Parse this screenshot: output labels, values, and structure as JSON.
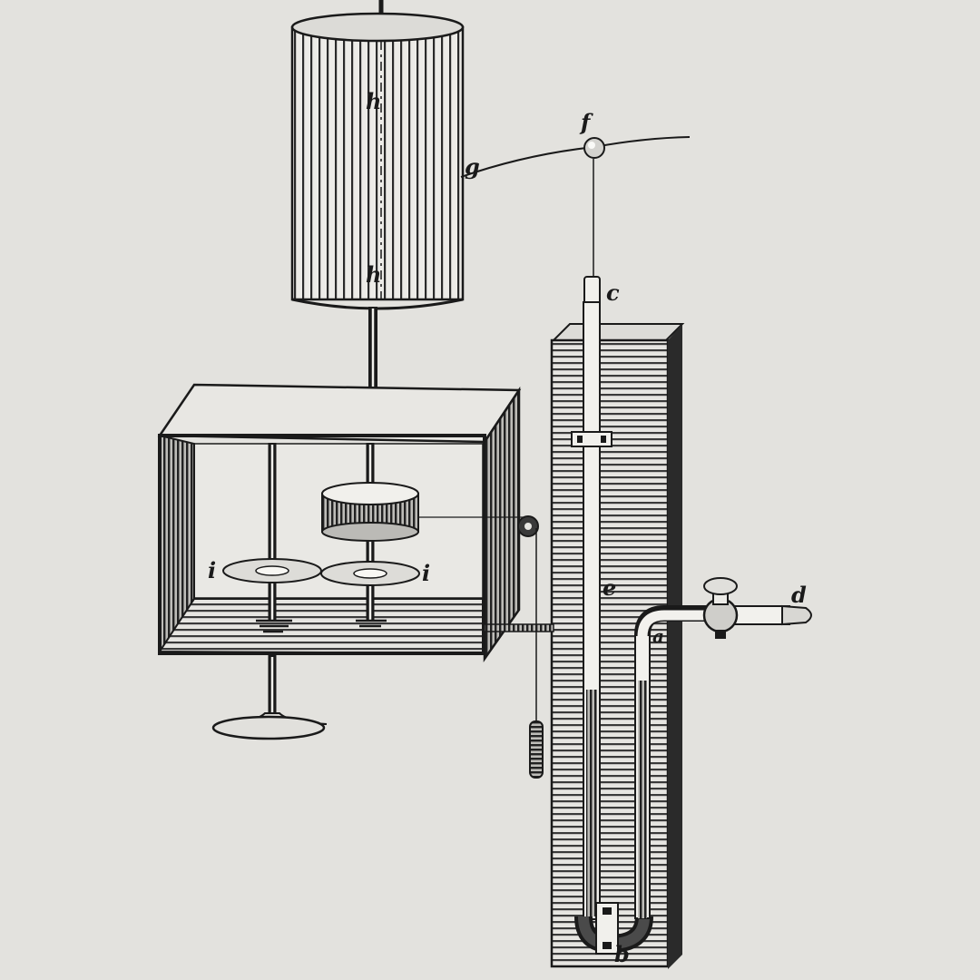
{
  "diagram": {
    "labels": {
      "a": "a",
      "b": "b",
      "c": "c",
      "d": "d",
      "e": "e",
      "f": "f",
      "g": "g",
      "h_upper": "h",
      "h_lower": "h",
      "i_left": "i",
      "i_right": "i"
    },
    "colors": {
      "paper": "#e3e2de",
      "ink": "#1a1a1a"
    }
  }
}
